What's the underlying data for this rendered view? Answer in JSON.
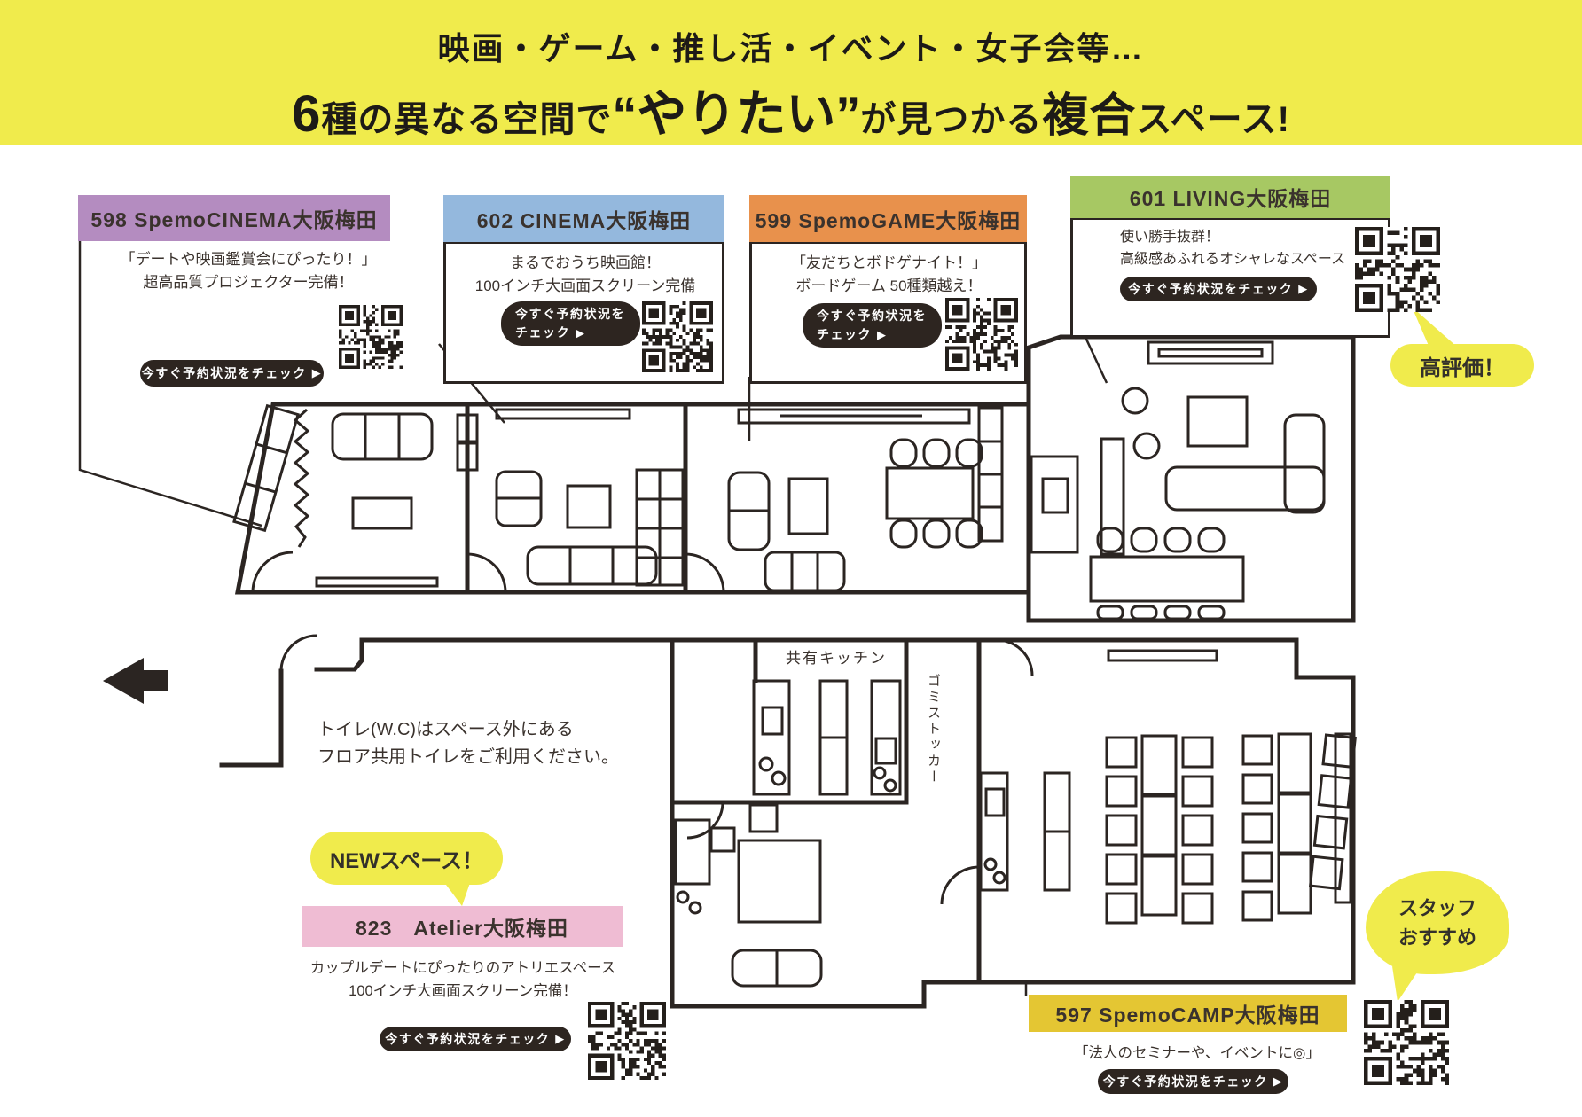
{
  "banner": {
    "line1": "映画・ゲーム・推し活・イベント・女子会等…",
    "line2_num": "6",
    "line2_a": "種の異なる空間で",
    "line2_quote": "“やりたい”",
    "line2_b": "が見つかる",
    "line2_big": "複合",
    "line2_c": "スペース!",
    "bg_color": "#f0eb4c"
  },
  "cta": {
    "full": "今すぐ予約状況をチェック",
    "line1": "今すぐ予約状況を",
    "line2": "チェック",
    "arrow": "▶"
  },
  "spaces": {
    "s598": {
      "title": "598 SpemoCINEMA大阪梅田",
      "desc1": "「デートや映画鑑賞会にぴったり！」",
      "desc2": "超高品質プロジェクター完備！",
      "color": "#b48cc0"
    },
    "s602": {
      "title": "602 CINEMA大阪梅田",
      "desc1": "まるでおうち映画館！",
      "desc2": "100インチ大画面スクリーン完備",
      "color": "#94b8dd"
    },
    "s599": {
      "title": "599 SpemoGAME大阪梅田",
      "desc1": "「友だちとボドゲナイト！」",
      "desc2": "ボードゲーム 50種類越え！",
      "color": "#e8914c"
    },
    "s601": {
      "title": "601 LIVING大阪梅田",
      "desc1": "使い勝手抜群！",
      "desc2": "高級感あふれるオシャレなスペース",
      "color": "#a7c863"
    },
    "s823": {
      "title": "823　Atelier大阪梅田",
      "desc1": "カップルデートにぴったりのアトリエスペース",
      "desc2": "100インチ大画面スクリーン完備！",
      "color": "#efbcd3"
    },
    "s597": {
      "title": "597 SpemoCAMP大阪梅田",
      "desc1": "「法人のセミナーや、イベントに◎」",
      "color": "#e4c633"
    }
  },
  "bubbles": {
    "high_rating": "高評価！",
    "new_space": "NEWスペース！",
    "staff_line1": "スタッフ",
    "staff_line2": "おすすめ"
  },
  "floor": {
    "kitchen_label": "共有キッチン",
    "garbage_label": "ゴミストッカー",
    "toilet_note1": "トイレ(W.C)はスペース外にある",
    "toilet_note2": "フロア共用トイレをご利用ください。"
  }
}
